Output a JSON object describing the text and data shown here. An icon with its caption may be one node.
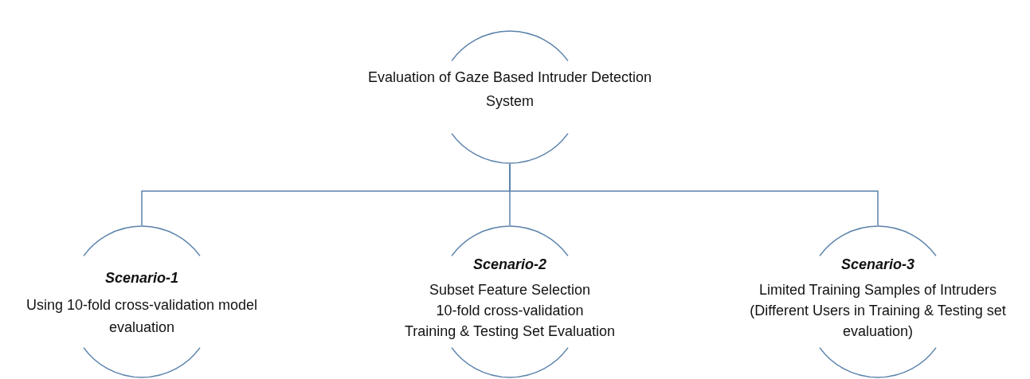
{
  "diagram": {
    "nodes": [
      {
        "text": [
          "Evaluation of Gaze Based Intruder Detection System"
        ]
      },
      {
        "text": [
          "Scenario-1",
          "Using 10-fold cross-validation model evaluation"
        ]
      },
      {
        "text": [
          "Scenario-2",
          "Subset Feature Selection",
          "10-fold cross-validation",
          "Training & Testing Set Evaluation"
        ]
      },
      {
        "text": [
          "Scenario-3",
          "Limited Training Samples of Intruders",
          "(Different Users in Training & Testing set evaluation)"
        ]
      }
    ],
    "edges": [
      {
        "from": 0,
        "to": 1,
        "arrow": "none"
      },
      {
        "from": 0,
        "to": 2,
        "arrow": "none"
      },
      {
        "from": 0,
        "to": 3,
        "arrow": "none"
      }
    ]
  }
}
